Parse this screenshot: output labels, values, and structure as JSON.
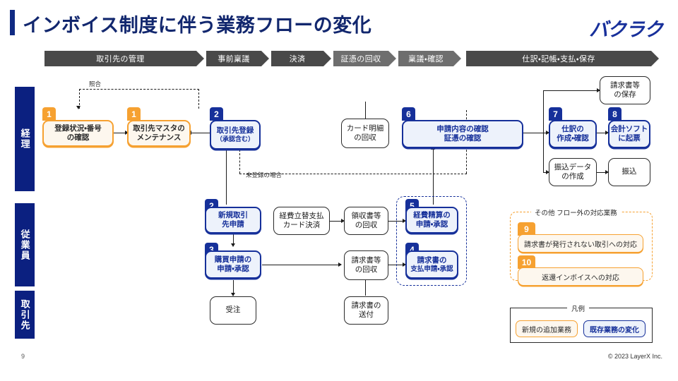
{
  "header": {
    "title": "インボイス制度に伴う業務フローの変化",
    "logo": "バクラク"
  },
  "process_bar": [
    {
      "label": "取引先の管理"
    },
    {
      "label": "事前稟議"
    },
    {
      "label": "決済"
    },
    {
      "label": "証憑の回収"
    },
    {
      "label": "稟議・確認"
    },
    {
      "label": "仕訳・記帳・支払・保存"
    }
  ],
  "rails": [
    {
      "label": "経理"
    },
    {
      "label": "従業員"
    },
    {
      "label": "取引先"
    }
  ],
  "nodes": {
    "n_reg_status": {
      "label1": "登録状況・番号",
      "label2": "の確認",
      "badge": "1"
    },
    "n_master": {
      "label1": "取引先マスタの",
      "label2": "メンテナンス",
      "badge": "1"
    },
    "n_partner_reg": {
      "label1": "取引先登録",
      "label2": "（承認含む）",
      "badge": "2"
    },
    "n_card": {
      "label1": "カード明細",
      "label2": "の回収"
    },
    "n_confirm": {
      "label1": "申請内容の確認",
      "label2": "証憑の確認",
      "badge": "6"
    },
    "n_invoice_store": {
      "label1": "請求書等",
      "label2": "の保存"
    },
    "n_journal": {
      "label1": "仕訳の",
      "label2": "作成・確認",
      "badge": "7"
    },
    "n_accounting": {
      "label1": "会計ソフト",
      "label2": "に起票",
      "badge": "8"
    },
    "n_transfer_data": {
      "label1": "振込データ",
      "label2": "の作成"
    },
    "n_transfer": {
      "label1": "振込"
    },
    "n_new_partner": {
      "label1": "新規取引",
      "label2": "先申請",
      "badge": "2"
    },
    "n_expense_card": {
      "label1": "経費立替支払",
      "label2": "カード決済"
    },
    "n_receipt": {
      "label1": "領収書等",
      "label2": "の回収"
    },
    "n_expense_req": {
      "label1": "経費精算の",
      "label2": "申請・承認",
      "badge": "5"
    },
    "n_purchase": {
      "label1": "購買申請の",
      "label2": "申請・承認",
      "badge": "3"
    },
    "n_invoice_collect": {
      "label1": "請求書等",
      "label2": "の回収"
    },
    "n_invoice_pay": {
      "label1": "請求書の",
      "label2": "支払申請・承認",
      "badge": "4"
    },
    "n_order": {
      "label1": "受注"
    },
    "n_invoice_send": {
      "label1": "請求書の",
      "label2": "送付"
    }
  },
  "annotations": {
    "collate": "照合",
    "unregistered": "未登録の場合"
  },
  "other_tasks": {
    "caption": "その他 フロー外の対応業務",
    "items": [
      {
        "badge": "9",
        "label": "請求書が発行されない取引への対応"
      },
      {
        "badge": "10",
        "label": "返還インボイスへの対応"
      }
    ]
  },
  "legend": {
    "caption": "凡例",
    "items": [
      {
        "label": "新規の追加業務",
        "color": "#F6A131"
      },
      {
        "label": "既存業務の変化",
        "color": "#16309A"
      }
    ]
  },
  "footer": {
    "page_number": "9",
    "copyright": "© 2023 LayerX Inc."
  },
  "colors": {
    "brand_navy": "#16309A",
    "accent_orange": "#F6A131",
    "rail_navy": "#0B2080",
    "bar_dark": "#494949",
    "bar_light": "#6E6E6E"
  }
}
